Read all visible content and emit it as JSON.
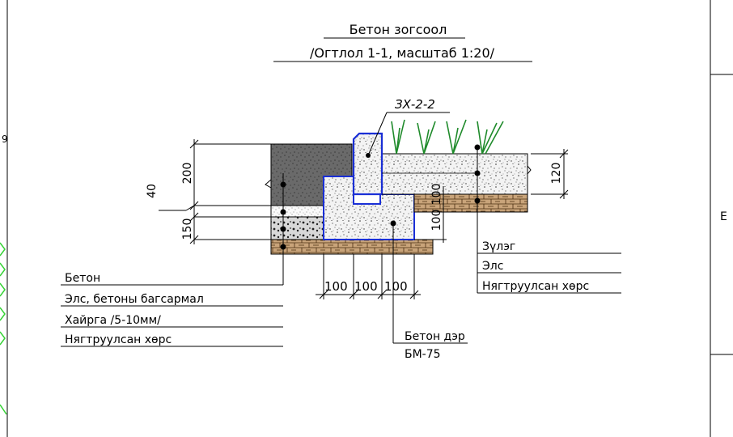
{
  "title": {
    "line1": "Бетон зогсоол",
    "line2": "/Огтлол 1-1, масштаб 1:20/"
  },
  "curb_mark": "ЗХ-2-2",
  "edge_letter": "E",
  "left_edge_fragment": "9",
  "dimensions": {
    "d40": "40",
    "d200": "200",
    "d150": "150",
    "d100_right": "100",
    "d100_right_b": "100",
    "d120": "120",
    "d100_a": "100",
    "d100_b": "100",
    "d100_c": "100"
  },
  "left_legend": [
    "Бетон",
    "Элс, бетоны багсармал",
    "Хайрга /5-10мм/",
    "Нягтруулсан хөрс"
  ],
  "right_legend": [
    "Зүлэг",
    "Элс",
    "Нягтруулсан хөрс"
  ],
  "foundation_label": {
    "line1": "Бетон дэр",
    "line2": "БМ-75"
  },
  "colors": {
    "line": "#000000",
    "curb_outline": "#1a2fd6",
    "grass": "#1e8a2a",
    "soil": "#c9a47a",
    "dark_concrete": "#6e6e6e",
    "frame_green": "#35d235"
  }
}
